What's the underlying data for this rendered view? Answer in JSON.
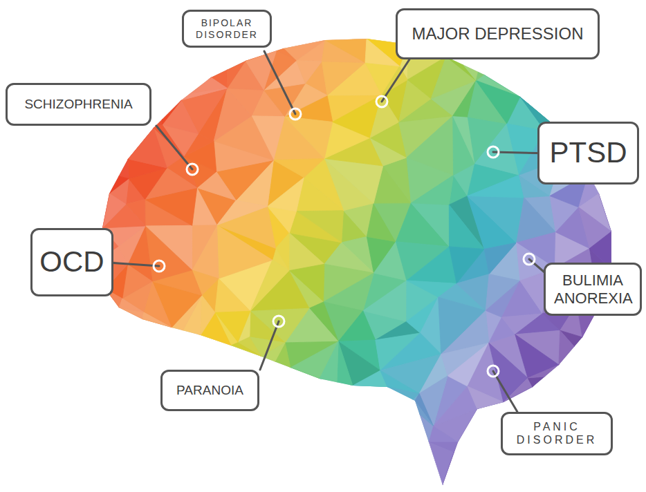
{
  "diagram": {
    "nodes": [
      {
        "text": [
          "BIPOLAR DISORDER"
        ]
      },
      {
        "text": [
          "MAJOR DEPRESSION"
        ]
      },
      {
        "text": [
          "SCHIZOPHRENIA"
        ]
      },
      {
        "text": [
          "PTSD"
        ]
      },
      {
        "text": [
          "OCD"
        ]
      },
      {
        "text": [
          "BULIMIA ANOREXIA"
        ]
      },
      {
        "text": [
          "PARANOIA"
        ]
      },
      {
        "text": [
          "PANIC DISORDER"
        ]
      }
    ]
  }
}
